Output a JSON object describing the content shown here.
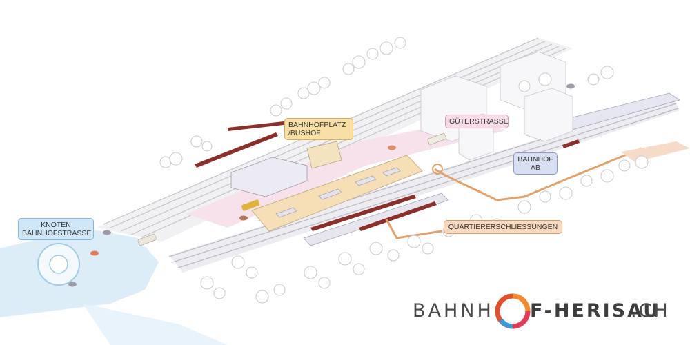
{
  "map": {
    "labels": [
      {
        "id": "knoten",
        "lines": [
          "KNOTEN",
          "BAHNHOFSTRASSE"
        ],
        "color": "#cfe7f6",
        "border": "#7fb6da"
      },
      {
        "id": "bahnhofplatz",
        "lines": [
          "BAHNHOFPLATZ",
          "/BUSHOF"
        ],
        "color": "#f8dfa6",
        "border": "#d7ad55"
      },
      {
        "id": "gueterstrasse",
        "lines": [
          "GÜTERSTRASSE"
        ],
        "color": "#f6dce8",
        "border": "#d79bb8"
      },
      {
        "id": "bahnhof-ab",
        "lines": [
          "BAHNHOF",
          "AB"
        ],
        "color": "#d9dff2",
        "border": "#8c98c8"
      },
      {
        "id": "quartier",
        "lines": [
          "QUARTIERERSCHLIESSUNGEN"
        ],
        "color": "#f9d9bf",
        "border": "#e09a62"
      }
    ],
    "colors": {
      "railway": "#b7b7bd",
      "platform_roof": "#f6dfb6",
      "station_building": "#eceaf2",
      "pink_area": "#f6dfe9",
      "blue_road": "#d8ecf8",
      "path_orange": "#e2a06a",
      "train": "#8a2f2a",
      "bus": "#e0b23c",
      "tree_outline": "#cfc7cc"
    }
  },
  "logo": {
    "text_left": "BAHNH",
    "text_bold": "F-HERISAU",
    "text_right": ".CH",
    "ring_colors": [
      "#e0502a",
      "#f28a2e",
      "#e23a5a",
      "#3a9ad8"
    ]
  }
}
